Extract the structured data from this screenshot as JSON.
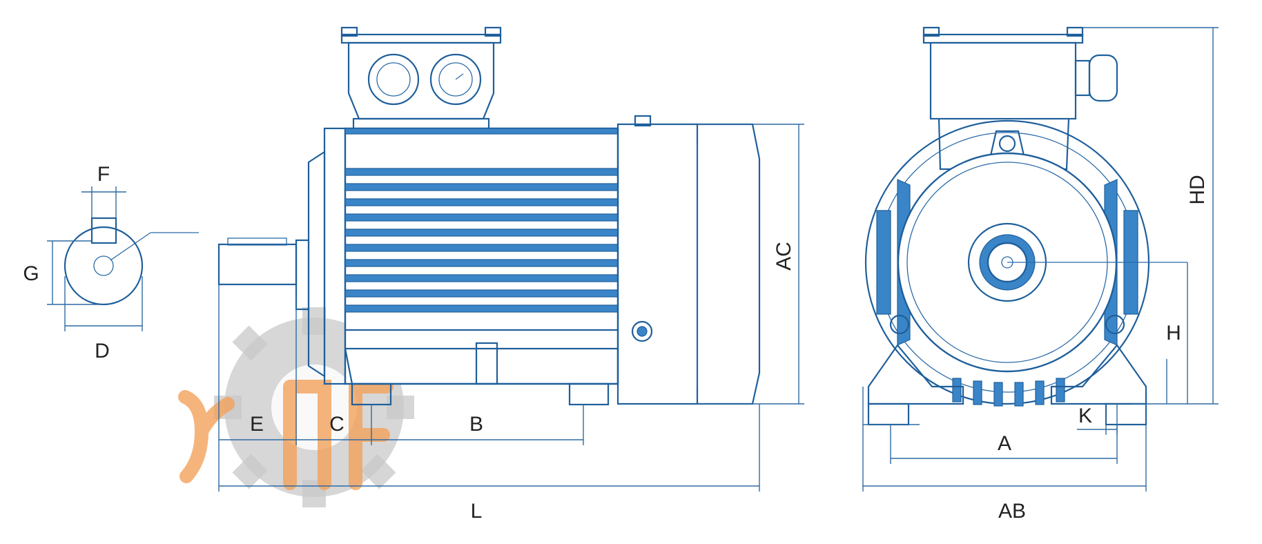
{
  "diagram": {
    "labels": {
      "F": "F",
      "G": "G",
      "D": "D",
      "E": "E",
      "C": "C",
      "B": "B",
      "L": "L",
      "AC": "AC",
      "HD": "HD",
      "H": "H",
      "K": "K",
      "A": "A",
      "AB": "AB"
    },
    "colors": {
      "line": "#1f5f9b",
      "fin_fill": "#3a85c8",
      "label": "#222222",
      "watermark_gear": "#c9c9c9",
      "watermark_letters": "#f2a15a"
    },
    "icons": {
      "watermark": "gear-logo-icon"
    }
  }
}
